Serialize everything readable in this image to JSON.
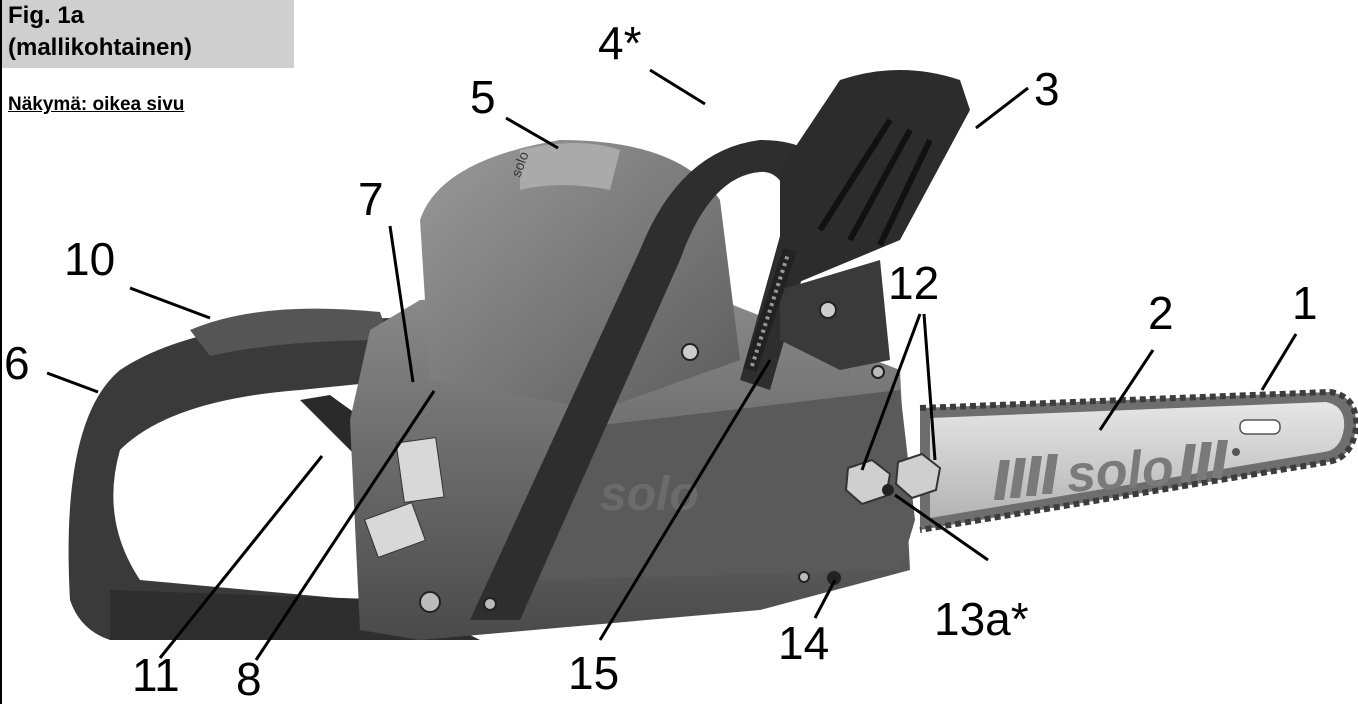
{
  "figure": {
    "title_line1": "Fig. 1a",
    "title_line2": "(mallikohtainen)",
    "view_label": "Näkymä: oikea sivu",
    "brand_text": "solo",
    "labels": [
      "1",
      "2",
      "3",
      "4*",
      "5",
      "6",
      "7",
      "8",
      "10",
      "11",
      "12",
      "13a*",
      "14",
      "15"
    ]
  }
}
